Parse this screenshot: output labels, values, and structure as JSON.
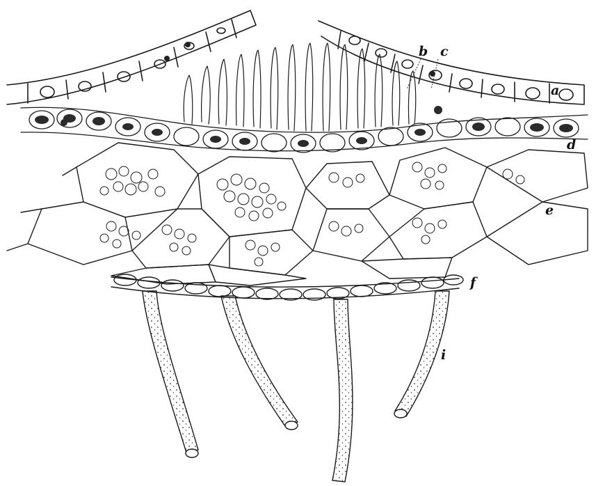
{
  "figure": {
    "labels": {
      "a": "a",
      "b": "b",
      "c": "c",
      "d": "d",
      "e": "e",
      "f": "f",
      "i": "i"
    }
  }
}
